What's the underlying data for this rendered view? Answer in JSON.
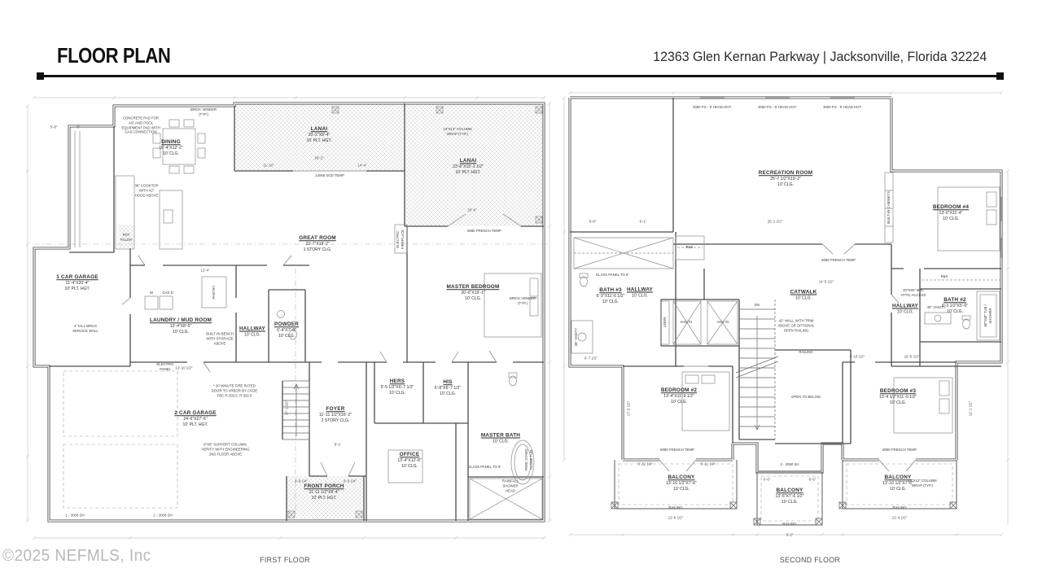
{
  "header": {
    "title": "FLOOR PLAN",
    "address": "12363 Glen Kernan Parkway | Jacksonville, Florida 32224"
  },
  "watermark": "©2025 NEFMLS, Inc",
  "ff": {
    "caption": "FIRST FLOOR",
    "rooms": {
      "dining": {
        "name": "DINING",
        "size": "16'-4\"X12'-2\"",
        "clg": "10' CLG."
      },
      "lanai_a": {
        "name": "LANAI",
        "size": "20'-2\"X9'-4\"",
        "clg": "10' PLT. HGT."
      },
      "lanai_b": {
        "name": "LANAI",
        "size": "23'-6\"X15'-1 1/2\"",
        "clg": "10' PLT. HGT."
      },
      "great_room": {
        "name": "GREAT ROOM",
        "size": "22'-7\"X19'-2\"",
        "clg": "1 STORY CLG."
      },
      "master_bedroom": {
        "name": "MASTER BEDROOM",
        "size": "20'-0\"X19'-1\"",
        "clg": "10' CLG."
      },
      "garage_1": {
        "name": "1 CAR GARAGE",
        "size": "11'-4\"X20'-4\"",
        "clg": "10' PLT. HGT."
      },
      "laundry": {
        "name": "LAUNDRY / MUD ROOM",
        "size": "12'-4\"X8'-5\"",
        "clg": "10' CLG."
      },
      "hallway": {
        "name": "HALLWAY",
        "clg": "10' CLG."
      },
      "powder": {
        "name": "POWDER",
        "size": "6'-4\"X7'-8\"",
        "clg": "10' CLG."
      },
      "garage_2": {
        "name": "2 CAR GARAGE",
        "size": "24'-6\"X27'-6\"",
        "clg": "10' PLT. HGT."
      },
      "foyer": {
        "name": "FOYER",
        "size": "11'-11 1/2\"X16'-2\"",
        "clg": "2 STORY CLG."
      },
      "front_porch": {
        "name": "FRONT PORCH",
        "size": "11'-11 1/2\"X8'-4\"",
        "clg": "10' PLT. HGT."
      },
      "office": {
        "name": "OFFICE",
        "size": "13'-4\"X12'-8\"",
        "clg": "10' CLG."
      },
      "hers": {
        "name": "HERS",
        "size": "9'-5 1/2\"X6'-7 1/2\"",
        "clg": "10' CLG."
      },
      "his": {
        "name": "HIS",
        "size": "6'-8\"X6'-7 1/2\"",
        "clg": "10' CLG."
      },
      "master_bath": {
        "name": "MASTER BATH",
        "clg": "10' CLG."
      }
    },
    "notes": {
      "concrete_pad": "CONCRETE PAD FOR\nA/C AND POOL\nEQUIPMENT PAD WITH\nGAS CONNECTION",
      "brick_veneer": "BRICK VENEER\n(TYP.)",
      "column_wrap": "13\"X13\" COLUMN\nWRAP (TYP.)",
      "sgd": "14068 SGD TEMP",
      "french_temp": "8080 FRENCH TEMP",
      "cooktop": "36\" COOKTOP\nWITH 42\"\nHOOD ABOVE",
      "pot_filler": "POT\nFILLER",
      "pantry": "PANTRY",
      "service_wall": "4' TALL BRICK\nSERVICE WALL",
      "bench": "BUILT-IN BENCH\nWITH STORAGE\nABOVE",
      "electric_panel": "ELECTRIC\nPANEL",
      "fire_door": "* 20 MINUTE FIRE RATED\nDOOR TO ARBOR BY CODE\nFBC R-302.5, R-302.6",
      "support_column": "8\"X8\" SUPPORT COLUMN,\nVERIFY WITH ENGINEERING\n2ND FLOOR ABOVE",
      "glass_panel": "GLASS PANEL TO 8'",
      "rainfall": "RAINFALL\nSHOWER\nHEAD",
      "tub": "FREE STAND\nALONE TUB",
      "brick_veneer_2": "BRICK VENEER\n(TYP.)",
      "fireplace": "ELECTRIC\nFIREPLACE",
      "washer": "W",
      "dryer": "GAS D"
    },
    "dims": [
      "5'-8\"",
      "9'",
      "26'-2\"",
      "11'-10\"",
      "14'-4\"",
      "20'-6\"",
      "12'-10 1/2\"",
      "8'-1\"",
      "6'-6 1/4\"",
      "6'-6 1/4\"",
      "2 - 3068 SH",
      "1 - 3068 SH",
      "17'-1 1/2\"",
      "12'-4\""
    ]
  },
  "sf": {
    "caption": "SECOND FLOOR",
    "rooms": {
      "recreation": {
        "name": "RECREATION ROOM",
        "size": "25'-7 1/2\"X19'-2\"",
        "clg": "10' CLG."
      },
      "bedroom_4": {
        "name": "BEDROOM #4",
        "size": "13'-0\"X11'-4\"",
        "clg": "10' CLG."
      },
      "bath_2": {
        "name": "BATH #2",
        "size": "9'-3 1/2\"X5'-0\"",
        "clg": "10' CLG."
      },
      "hallway_right": {
        "name": "HALLWAY",
        "clg": "10' CLG."
      },
      "bath_3": {
        "name": "BATH #3",
        "size": "6'-3\"X11'-6 1/2\"",
        "clg": "10' CLG."
      },
      "hallway_left": {
        "name": "HALLWAY",
        "clg": "10' CLG."
      },
      "catwalk": {
        "name": "CATWALK",
        "clg": "10' CLG."
      },
      "bedroom_2": {
        "name": "BEDROOM #2",
        "size": "13'-4\"X11'-9 1/2\"",
        "clg": "10' CLG."
      },
      "bedroom_3": {
        "name": "BEDROOM #3",
        "size": "13'-4 1/2\"X11'-9 1/2\"",
        "clg": "10' CLG."
      },
      "balcony_left": {
        "name": "BALCONY",
        "size": "13'-10 1/2\"X7'-6\"",
        "clg": "10' CLG."
      },
      "balcony_center": {
        "name": "BALCONY",
        "size": "13'-6\"X7'-6 1/2\"",
        "clg": "10' CLG."
      },
      "balcony_right": {
        "name": "BALCONY",
        "size": "13'-10 1/2\"X7'-6\"",
        "clg": "10' CLG."
      }
    },
    "notes": {
      "head_hgt": "3050 FG - 9' HEAD HGT.",
      "glass_panel": "GLASS PANEL TO 8'",
      "wall_42": "42\" WALL WITH TRIM\nABOVE OR OPTIONAL\nOPEN RAILING",
      "attic": "20\"X30\" MIN.\nATTIC ACCESS",
      "built_ins": "BUILT-IN CABINETS",
      "ahu_1": "AHU #1",
      "ahu_2": "AHU #2",
      "linen": "LINEN",
      "dn": "DN",
      "railing": "RAILING",
      "open_below": "OPEN TO BELOW",
      "french_8080": "8080 FRENCH TEMP",
      "french_6080": "6080 FRENCH TEMP",
      "column_wrap": "13\"X13\" COLUMN\nWRAP (TYP.)",
      "sh_3050": "2 - 3050 SH",
      "tub_shower": "30\"X60\" TUB /\nSHOWER",
      "vanity_40": "40\" VANITY",
      "vanity_36": "36\" VANITY",
      "rs": "R&S"
    },
    "dims": [
      "6'-8\"",
      "6'-1\"",
      "26'-1 1/2\"",
      "14'-5 1/2\"",
      "16'-5 1/2\"",
      "3'-10 1/2\"",
      "6'-11 1/4\"",
      "6'-11 1/4\"",
      "12'-8 1/2\"",
      "9'-2\"",
      "12'-4 1/2\"",
      "6'-7 1/2\"",
      "17'-3 1/2\"",
      "12'-1 1/2\"",
      "6'-6\"",
      "6'-6\""
    ]
  }
}
